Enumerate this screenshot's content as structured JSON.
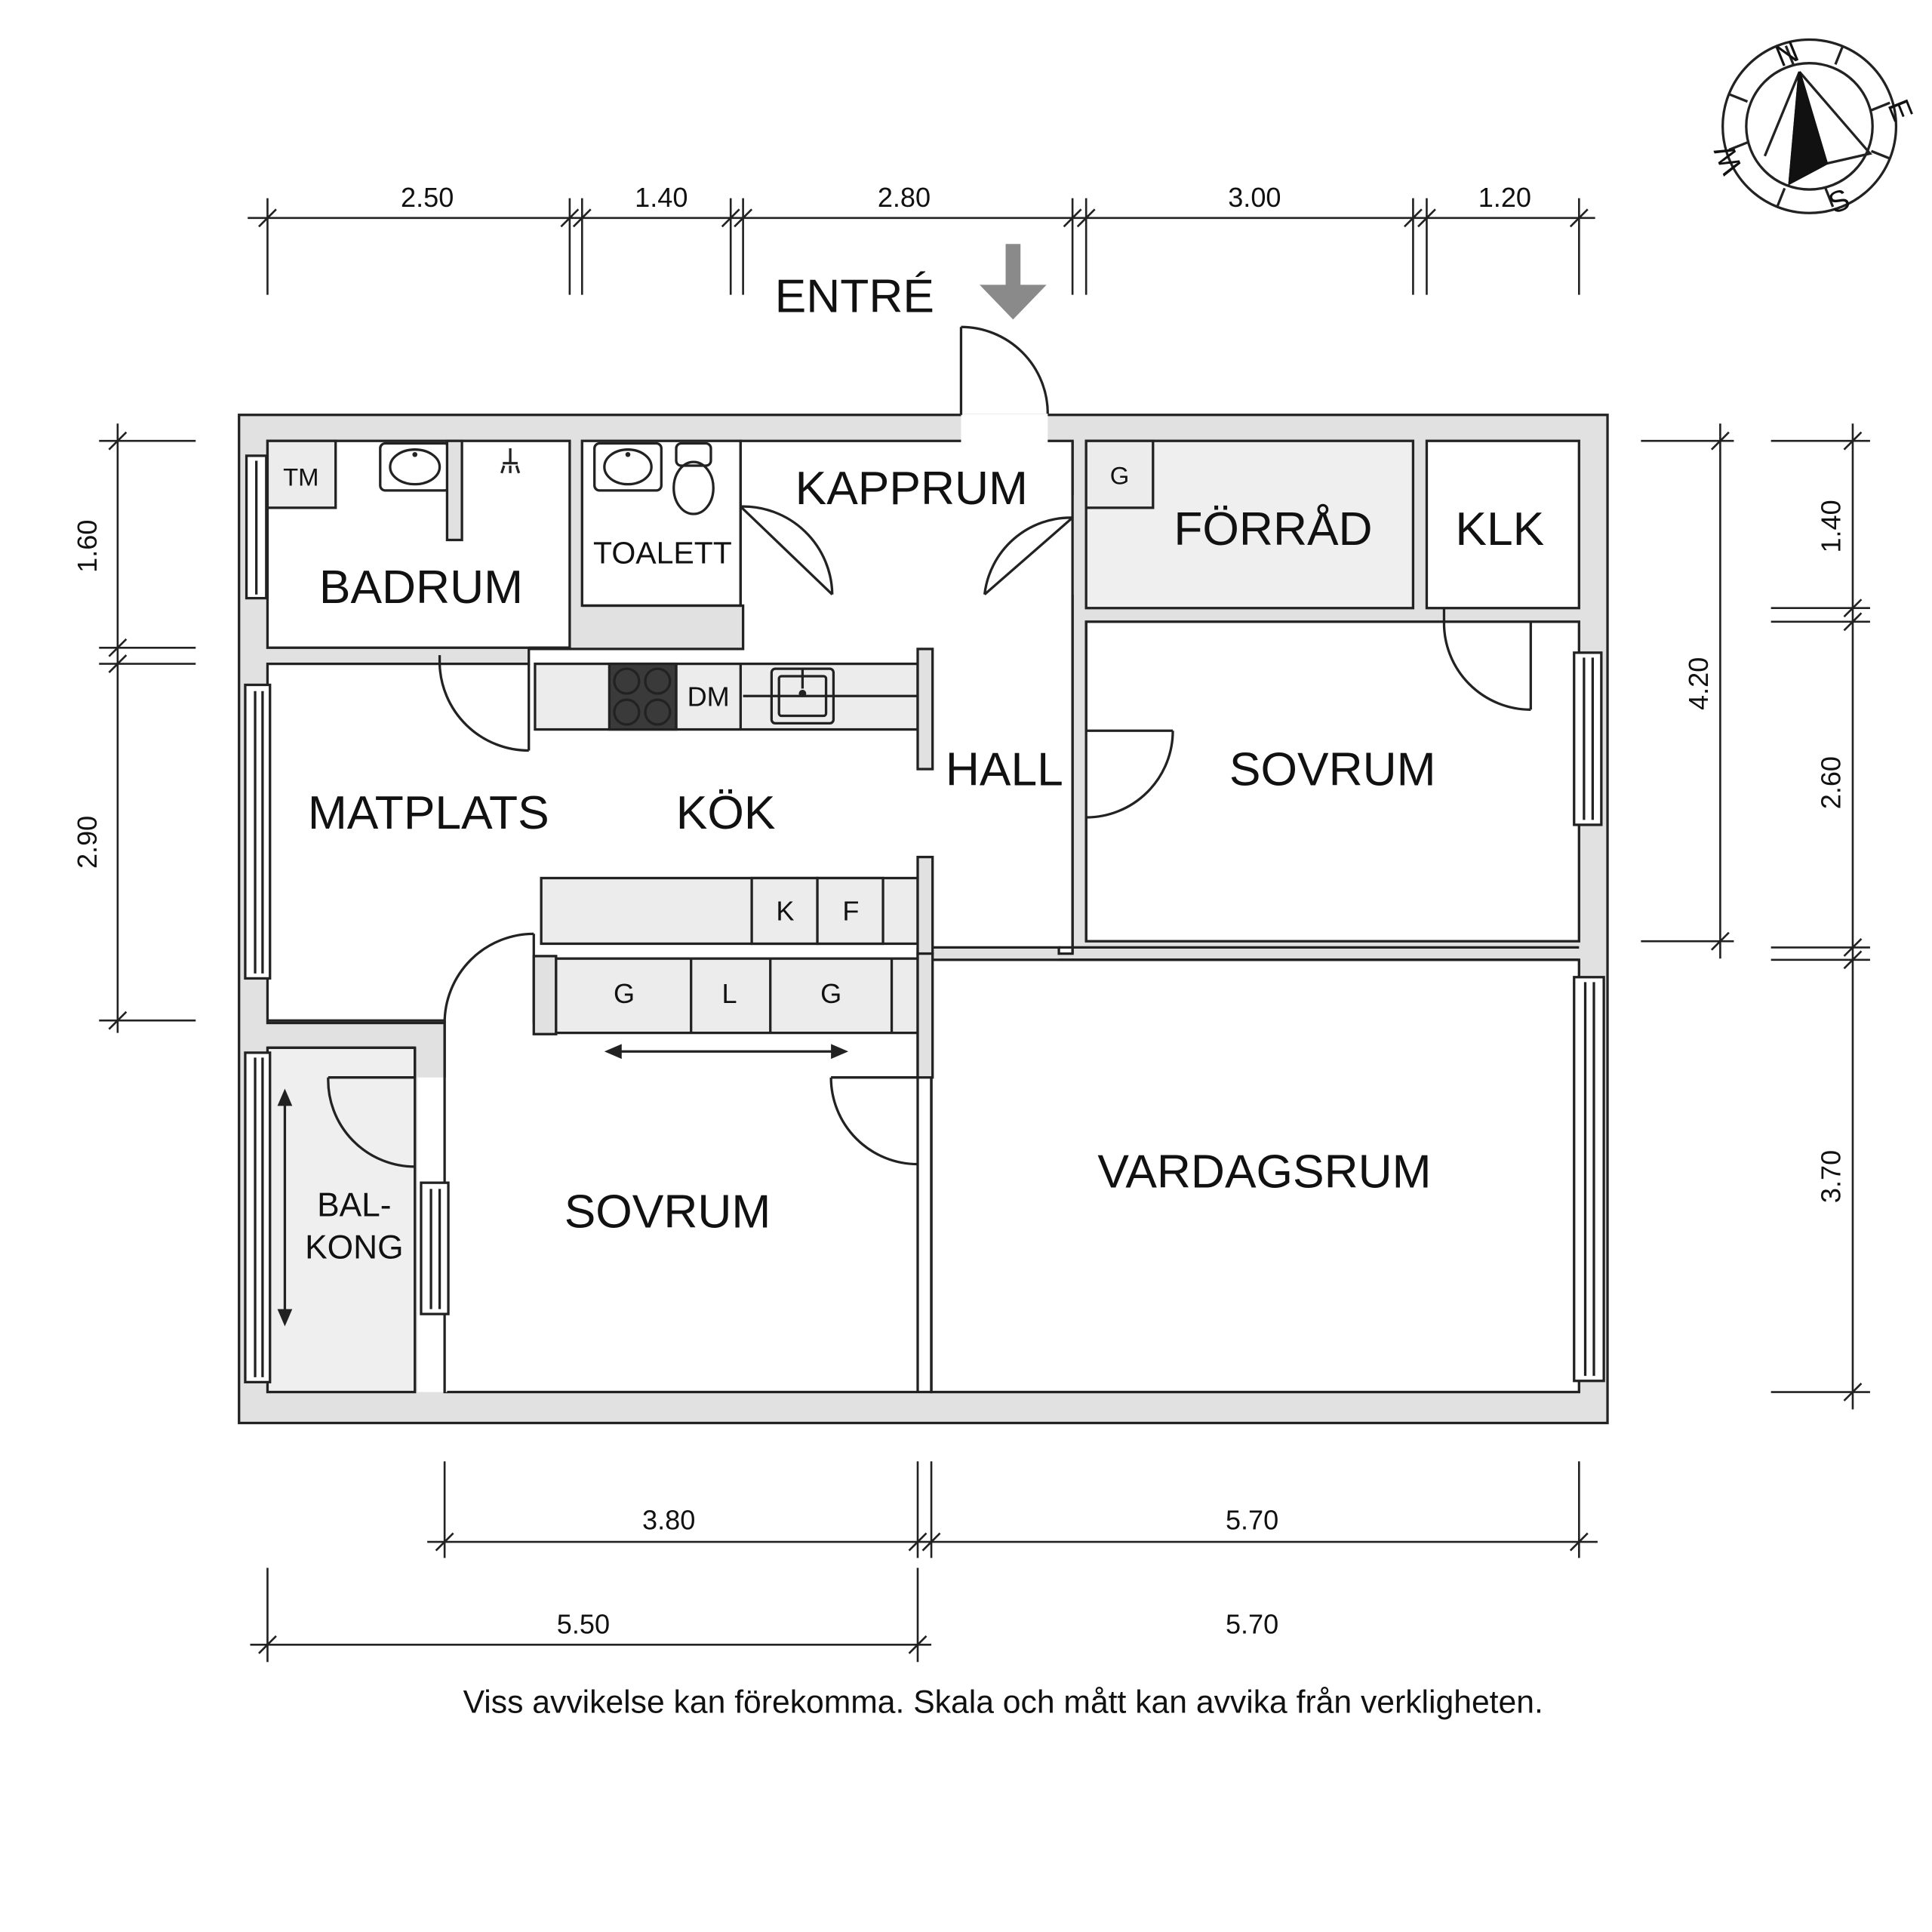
{
  "rooms": {
    "entre": "ENTRÉ",
    "kapprum": "KAPPRUM",
    "forrad": "FÖRRÅD",
    "klk": "KLK",
    "badrum": "BADRUM",
    "toalett": "TOALETT",
    "matplats": "MATPLATS",
    "kok": "KÖK",
    "hall": "HALL",
    "sovrum_top": "SOVRUM",
    "sovrum_bottom": "SOVRUM",
    "vardagsrum": "VARDAGSRUM",
    "balkong_1": "BAL-",
    "balkong_2": "KONG"
  },
  "fixtures": {
    "tm": "TM",
    "dm": "DM",
    "g_forrad": "G",
    "k": "K",
    "f": "F",
    "g1": "G",
    "l": "L",
    "g2": "G"
  },
  "dimensions": {
    "top": [
      "2.50",
      "1.40",
      "2.80",
      "3.00",
      "1.20"
    ],
    "left": [
      "1.60",
      "2.90"
    ],
    "right_inner": [
      "4.20"
    ],
    "right_outer": [
      "1.40",
      "2.60",
      "3.70"
    ],
    "bottom_inner": [
      "3.80",
      "5.70"
    ],
    "bottom_outer": [
      "5.50",
      "5.70"
    ]
  },
  "compass": {
    "n": "N",
    "e": "E",
    "s": "S",
    "w": "W"
  },
  "disclaimer": "Viss avvikelse kan förekomma. Skala och mått kan avvika från verkligheten."
}
